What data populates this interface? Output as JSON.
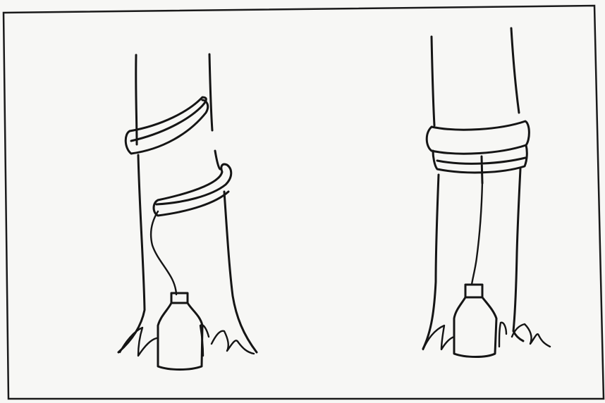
{
  "figure": {
    "panels": [
      {
        "id": "left",
        "depicts": [
          "tree-trunk",
          "spiral-tapping-band",
          "tube",
          "collection-bottle"
        ]
      },
      {
        "id": "right",
        "depicts": [
          "tree-trunk",
          "ring-tapping-band",
          "tube",
          "collection-bottle"
        ]
      }
    ],
    "colors": {
      "background": "#f7f7f5",
      "ink": "#151515"
    }
  }
}
